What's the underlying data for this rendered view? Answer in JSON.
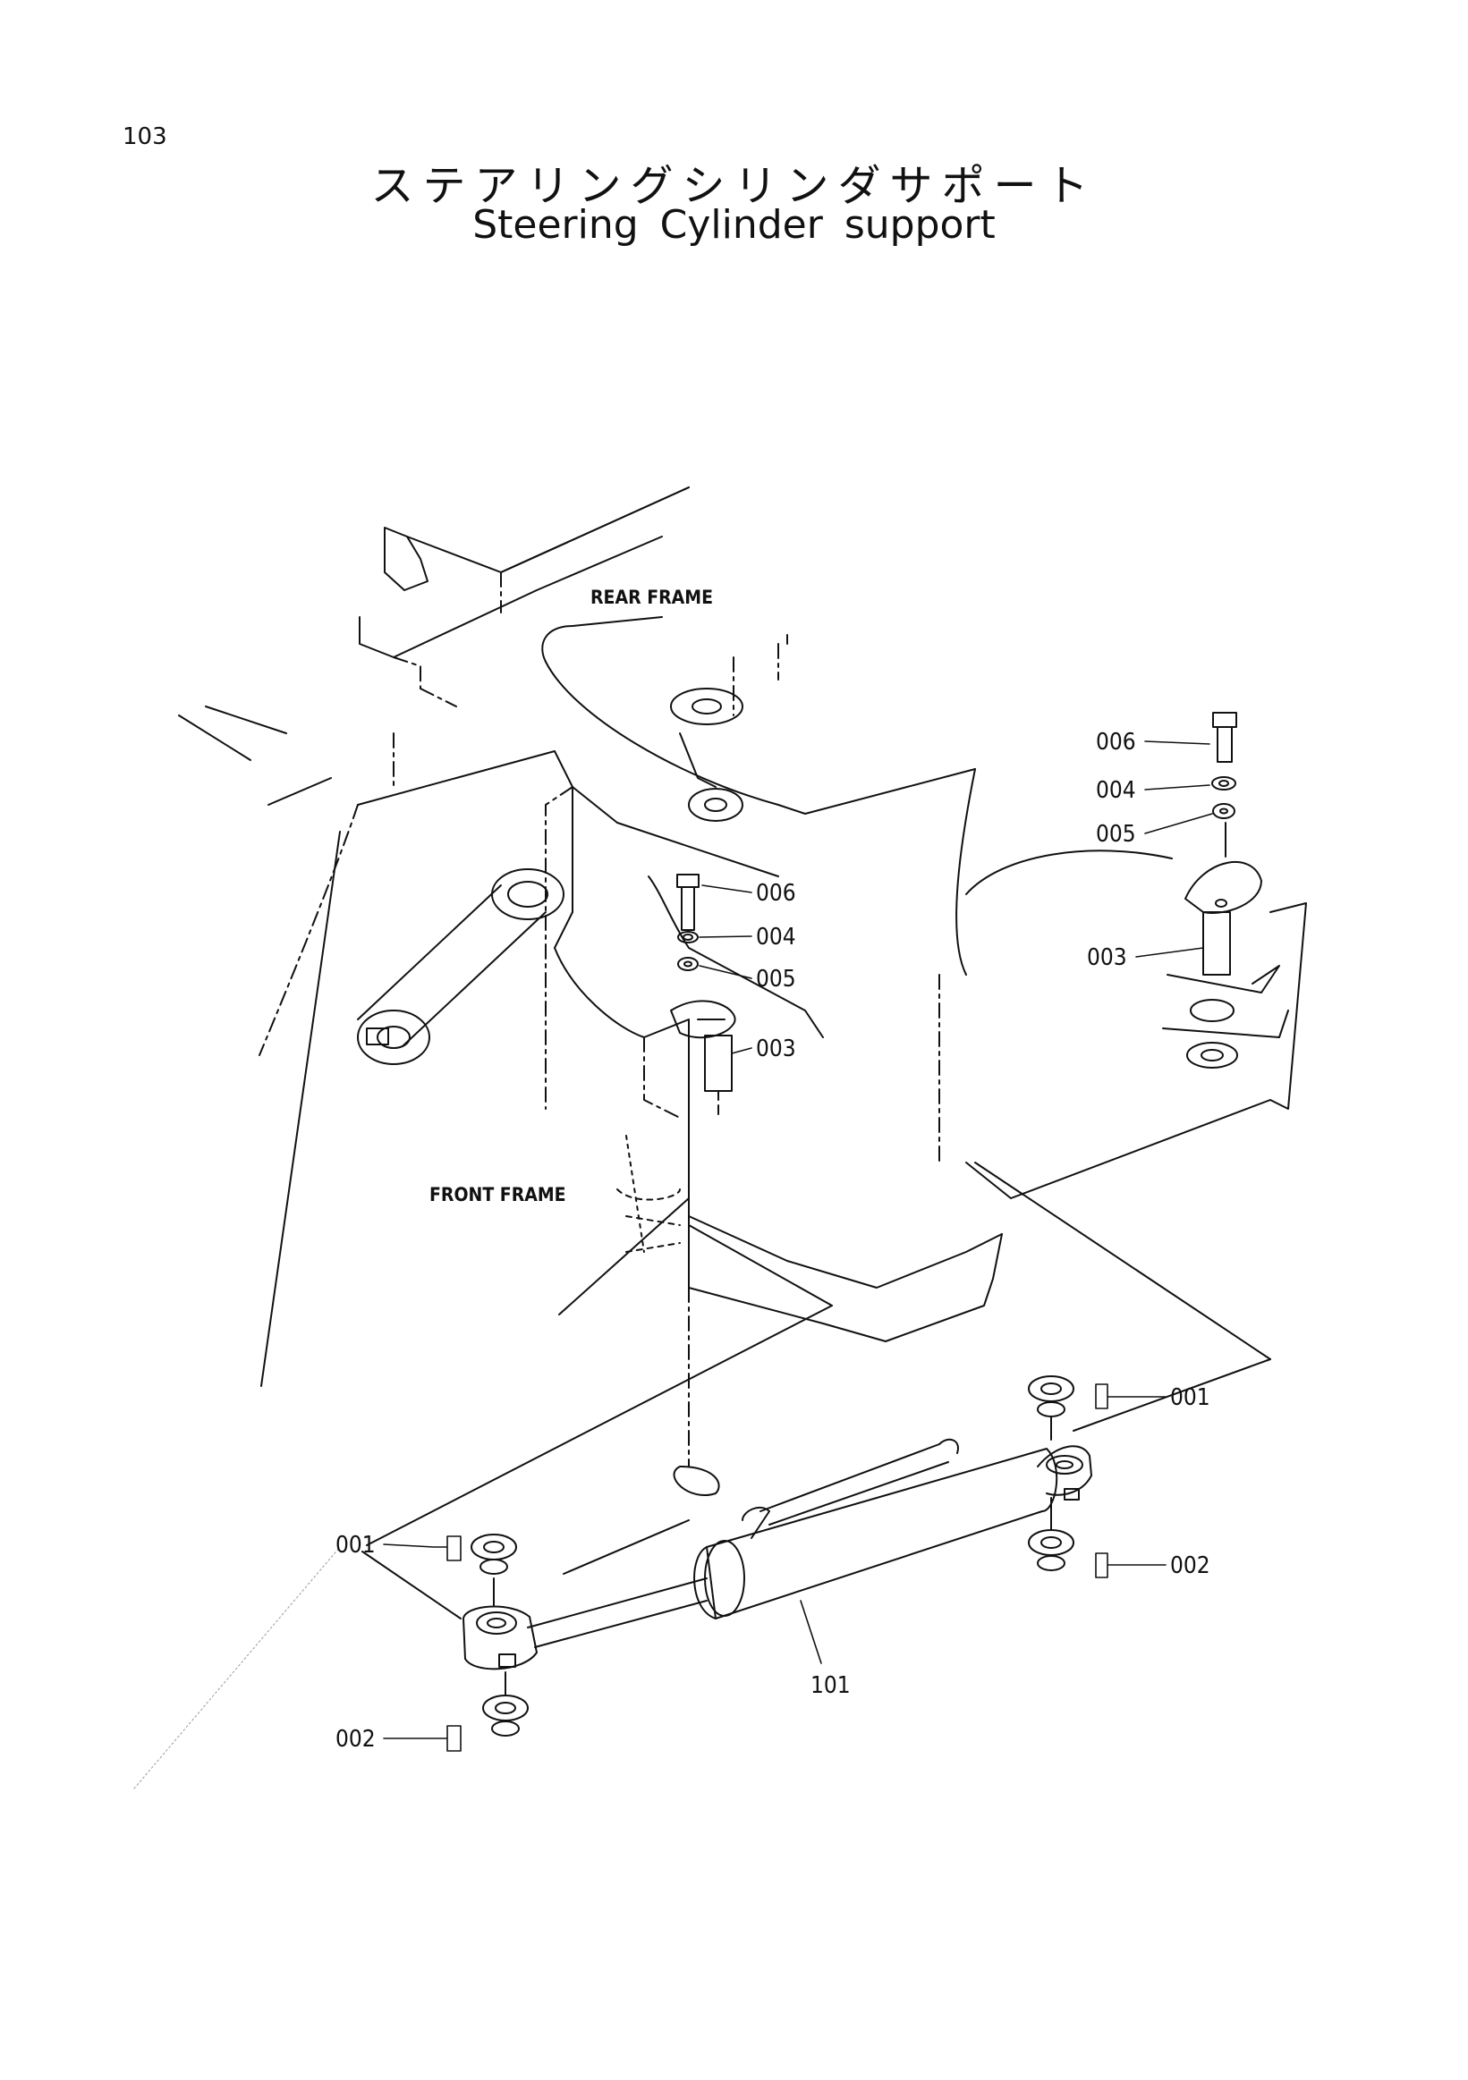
{
  "page": {
    "number": "103",
    "title_jp": "ステアリングシリンダサポート",
    "title_en": "Steering Cylinder support"
  },
  "labels": {
    "rear_frame": "REAR FRAME",
    "front_frame": "FRONT FRAME"
  },
  "callouts": {
    "c006_right": "006",
    "c004_right": "004",
    "c005_right": "005",
    "c003_right": "003",
    "c006_left": "006",
    "c004_left": "004",
    "c005_left": "005",
    "c003_left": "003",
    "c001_right": "001",
    "c002_right": "002",
    "c001_left": "001",
    "c002_left": "002",
    "c101": "101"
  }
}
